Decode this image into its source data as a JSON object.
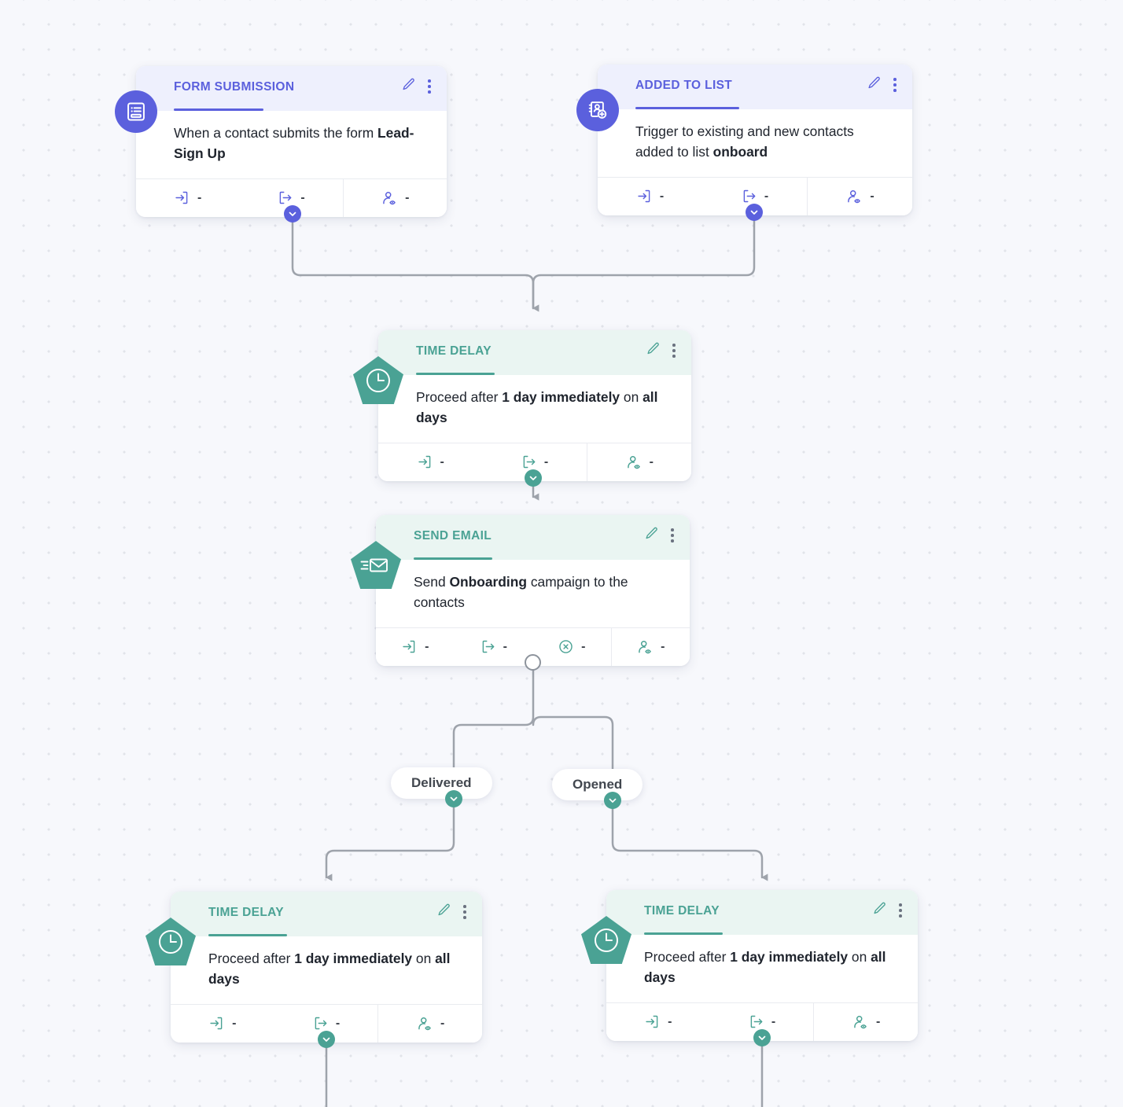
{
  "canvas": {
    "background_color": "#f7f8fc",
    "dot_color": "#e2e4ea",
    "edge_color": "#9ea3ab"
  },
  "theme": {
    "trigger_color": "#5b60dd",
    "action_color": "#4aa294",
    "trigger_head_bg": "#eef0fd",
    "action_head_bg": "#eaf5f2",
    "text_color": "#20252e"
  },
  "stat_labels": {
    "entered": "contacts-entered",
    "exited": "contacts-exited",
    "failed": "contacts-failed",
    "viewed": "contacts-viewed",
    "empty_value": "-"
  },
  "nodes": [
    {
      "id": "form-submission",
      "type": "trigger",
      "icon": "form-list-icon",
      "title": "FORM SUBMISSION",
      "body_prefix": "When a contact submits the form ",
      "body_strong": "Lead-Sign Up",
      "body_suffix": "",
      "stats": [
        {
          "icon": "enter-arrow-icon",
          "value": "-"
        },
        {
          "icon": "exit-arrow-icon",
          "value": "-"
        },
        {
          "icon": "person-viewed-icon",
          "value": "-"
        }
      ]
    },
    {
      "id": "added-to-list",
      "type": "trigger",
      "icon": "contact-add-icon",
      "title": "ADDED TO LIST",
      "body_prefix": "Trigger to existing and new contacts added to list ",
      "body_strong": "onboard",
      "body_suffix": "",
      "stats": [
        {
          "icon": "enter-arrow-icon",
          "value": "-"
        },
        {
          "icon": "exit-arrow-icon",
          "value": "-"
        },
        {
          "icon": "person-viewed-icon",
          "value": "-"
        }
      ]
    },
    {
      "id": "time-delay-main",
      "type": "action",
      "icon": "clock-icon",
      "title": "TIME DELAY",
      "body_prefix": "Proceed after ",
      "body_strong": "1 day immediately",
      "body_mid": " on ",
      "body_strong2": "all days",
      "stats": [
        {
          "icon": "enter-arrow-icon",
          "value": "-"
        },
        {
          "icon": "exit-arrow-icon",
          "value": "-"
        },
        {
          "icon": "person-viewed-icon",
          "value": "-"
        }
      ]
    },
    {
      "id": "send-email",
      "type": "action",
      "icon": "send-email-icon",
      "title": "SEND EMAIL",
      "body_prefix": "Send ",
      "body_strong": "Onboarding",
      "body_suffix": " campaign to the contacts",
      "stats": [
        {
          "icon": "enter-arrow-icon",
          "value": "-"
        },
        {
          "icon": "exit-arrow-icon",
          "value": "-"
        },
        {
          "icon": "circle-x-icon",
          "value": "-"
        },
        {
          "icon": "person-viewed-icon",
          "value": "-"
        }
      ]
    },
    {
      "id": "time-delay-delivered",
      "type": "action",
      "icon": "clock-icon",
      "title": "TIME DELAY",
      "body_prefix": "Proceed after ",
      "body_strong": "1 day immediately",
      "body_mid": " on ",
      "body_strong2": "all days",
      "stats": [
        {
          "icon": "enter-arrow-icon",
          "value": "-"
        },
        {
          "icon": "exit-arrow-icon",
          "value": "-"
        },
        {
          "icon": "person-viewed-icon",
          "value": "-"
        }
      ]
    },
    {
      "id": "time-delay-opened",
      "type": "action",
      "icon": "clock-icon",
      "title": "TIME DELAY",
      "body_prefix": "Proceed after ",
      "body_strong": "1 day immediately",
      "body_mid": " on ",
      "body_strong2": "all days",
      "stats": [
        {
          "icon": "enter-arrow-icon",
          "value": "-"
        },
        {
          "icon": "exit-arrow-icon",
          "value": "-"
        },
        {
          "icon": "person-viewed-icon",
          "value": "-"
        }
      ]
    }
  ],
  "branches": [
    {
      "id": "branch-delivered",
      "label": "Delivered"
    },
    {
      "id": "branch-opened",
      "label": "Opened"
    }
  ],
  "icons": {
    "edit": "pencil-icon",
    "menu": "more-vertical-icon",
    "handle": "chevron-down-icon",
    "port": "output-port-icon"
  }
}
